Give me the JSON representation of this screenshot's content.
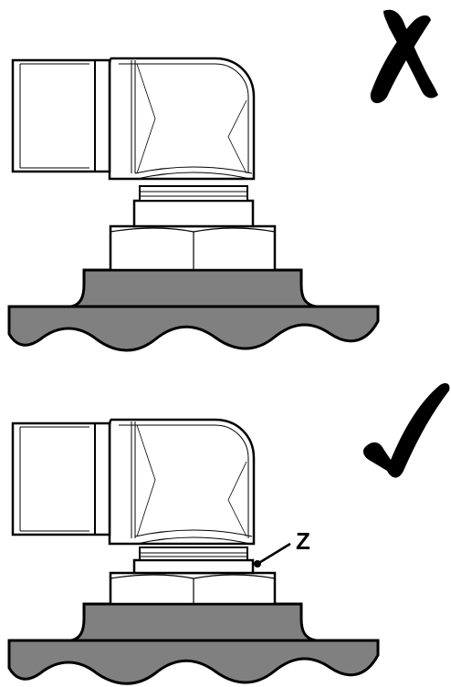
{
  "panels": [
    {
      "id": "incorrect",
      "mark": "cross-icon"
    },
    {
      "id": "correct",
      "mark": "checkmark-icon",
      "callout": {
        "label": "Z"
      }
    }
  ],
  "colors": {
    "line": "#000000",
    "surface_fill": "#808080",
    "fitting_fill": "#ffffff"
  }
}
